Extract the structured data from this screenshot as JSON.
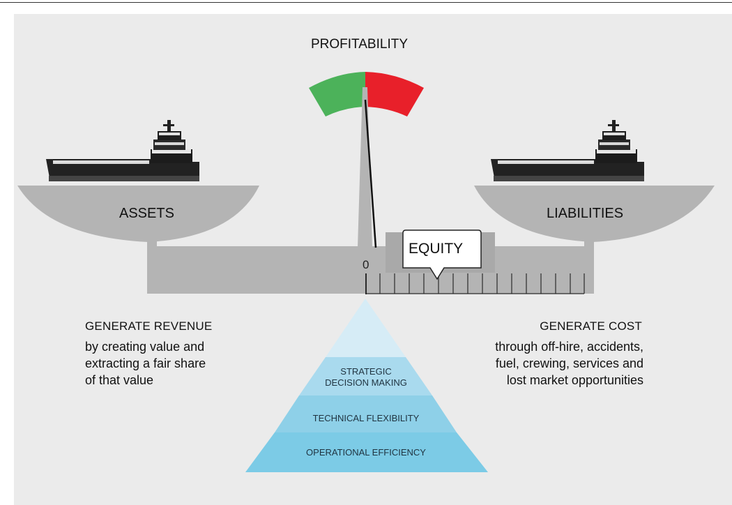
{
  "title": "PROFITABILITY",
  "left_pan": {
    "label": "ASSETS",
    "icon": "ship-icon"
  },
  "right_pan": {
    "label": "LIABILITIES",
    "icon": "ship-icon"
  },
  "scale": {
    "zero_label": "0",
    "pointer_label": "EQUITY"
  },
  "gauge": {
    "colors": {
      "positive": "#4cb25a",
      "negative": "#e8202a"
    }
  },
  "left_text": {
    "heading": "GENERATE REVENUE",
    "body": [
      "by creating value and",
      "extracting a fair share",
      "of that value"
    ]
  },
  "right_text": {
    "heading": "GENERATE COST",
    "body": [
      "through off-hire, accidents,",
      "fuel, crewing, services and",
      "lost market opportunities"
    ]
  },
  "pyramid": {
    "tiers": [
      "STRATEGIC\nDECISION MAKING",
      "TECHNICAL FLEXIBILITY",
      "OPERATIONAL EFFICIENCY"
    ],
    "colors": [
      "#d6ecf6",
      "#a9daee",
      "#8ed0e8",
      "#7ccbe6"
    ]
  }
}
